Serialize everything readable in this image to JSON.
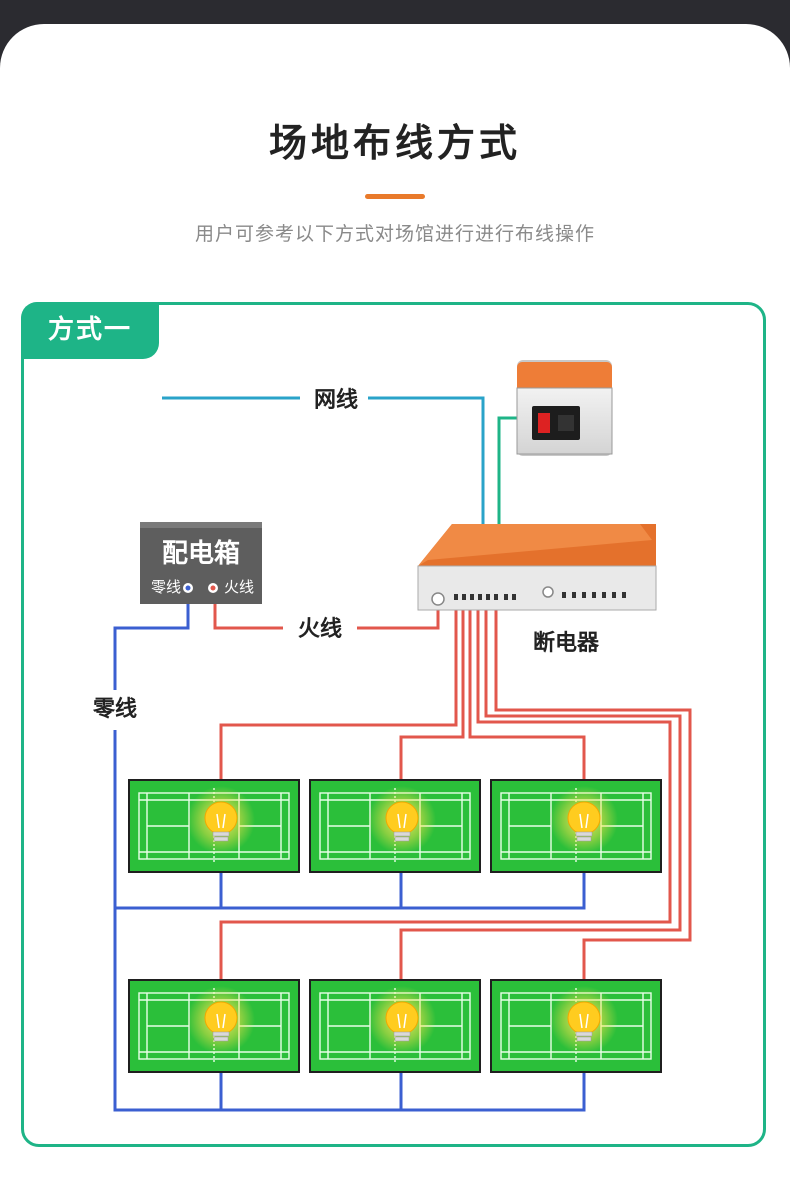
{
  "header": {
    "title": "场地布线方式",
    "subtitle": "用户可参考以下方式对场馆进行进行布线操作"
  },
  "section": {
    "tag": "方式一"
  },
  "diagram": {
    "labels": {
      "network": "网线",
      "live": "火线",
      "neutral": "零线",
      "breaker": "断电器"
    },
    "distribution_box": {
      "title": "配电箱",
      "neutral_port": "零线",
      "live_port": "火线"
    },
    "colors": {
      "network": "#2aa3c9",
      "live": "#e2574c",
      "neutral": "#3b5fd1",
      "court": "#2bbf3a",
      "accent": "#1eb487",
      "device_top": "#ee7d37"
    },
    "court_rows": 2,
    "court_cols": 3
  }
}
